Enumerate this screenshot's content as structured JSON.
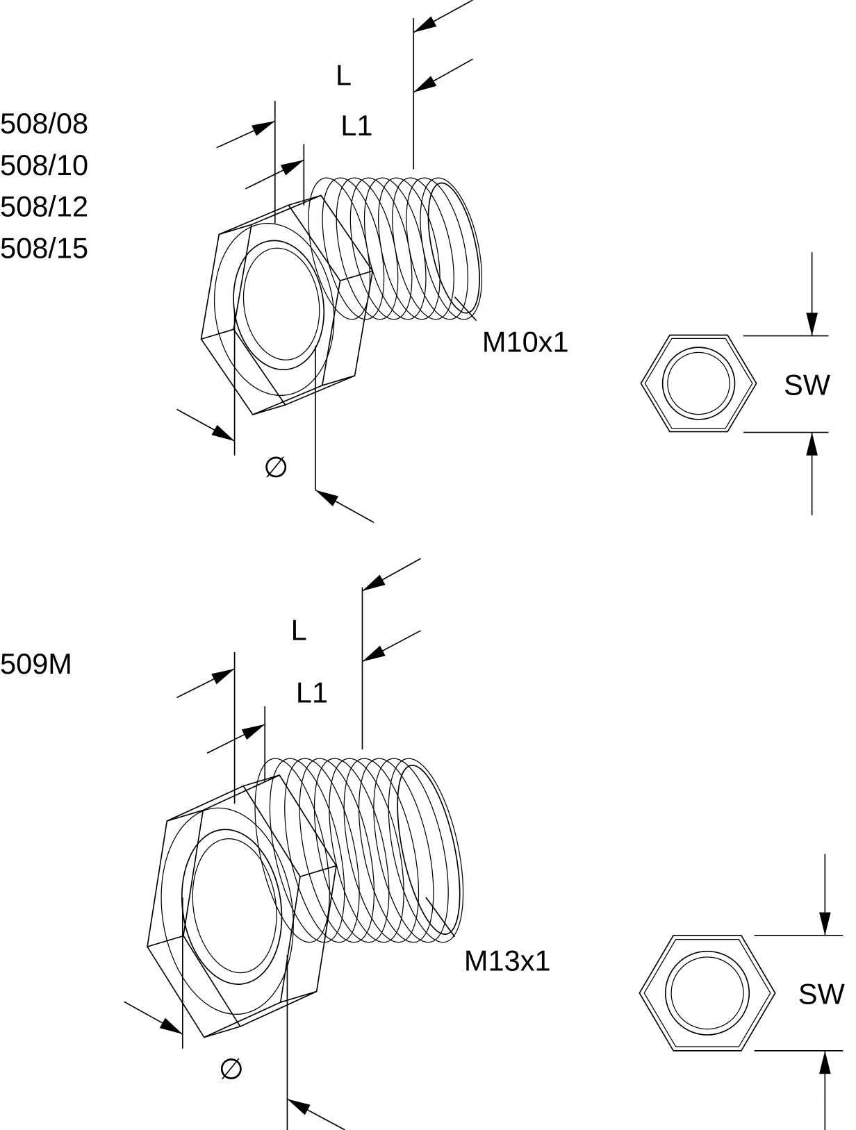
{
  "top_fitting": {
    "part_numbers": [
      "508/08",
      "508/10",
      "508/12",
      "508/15"
    ],
    "dim_length": "L",
    "dim_length1": "L1",
    "thread": "M10x1",
    "diameter_symbol": "∅",
    "wrench_size": "SW"
  },
  "bottom_fitting": {
    "part_numbers": [
      "509M"
    ],
    "dim_length": "L",
    "dim_length1": "L1",
    "thread": "M13x1",
    "diameter_symbol": "∅",
    "wrench_size": "SW"
  }
}
